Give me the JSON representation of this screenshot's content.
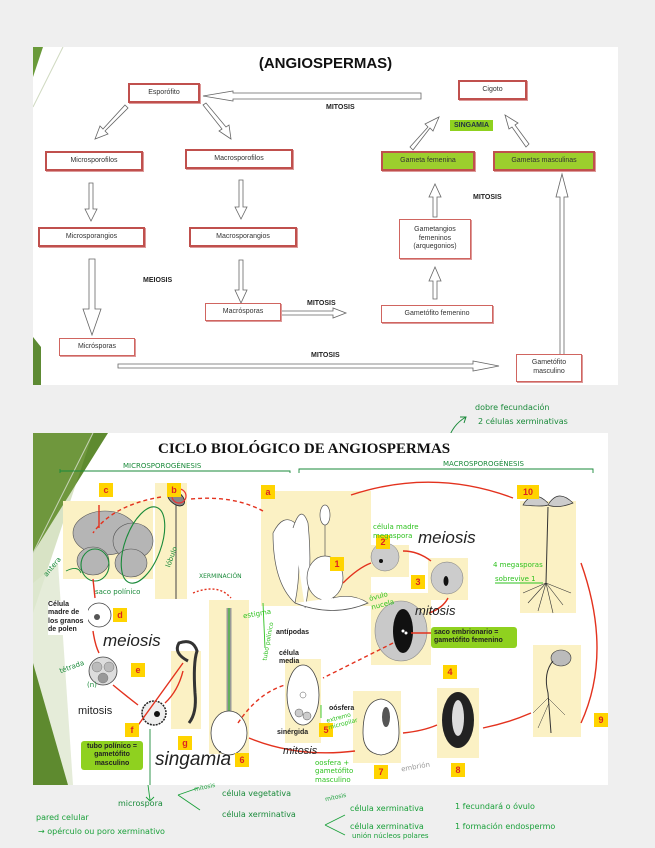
{
  "slide1": {
    "title": "(ANGIOSPERMAS)",
    "boxes": {
      "esporofito": "Esporófito",
      "cigoto": "Cigoto",
      "microsporofilos": "Microsporofilos",
      "macrosporofilos": "Macrosporofilos",
      "gameta_femenina": "Gameta femenina",
      "gametas_masculinas": "Gametas masculinas",
      "microsporangios": "Microsporangios",
      "macrosporangios": "Macrosporangios",
      "gametangios": "Gametangios femeninos (arquegonios)",
      "macrosporas": "Macrósporas",
      "gametofito_femenino": "Gametófito femenino",
      "microsporas": "Micrósporas",
      "gametofito_masculino": "Gametófito masculino"
    },
    "labels": {
      "mitosis_top": "MITOSIS",
      "singamia": "SINGAMIA",
      "mitosis_right": "MITOSIS",
      "meiosis": "MEIOSIS",
      "mitosis_mid": "MITOSIS",
      "mitosis_bottom": "MITOSIS"
    }
  },
  "annotation_top": {
    "line1": "dobre fecundación",
    "line2": "2 células xerminativas"
  },
  "slide2": {
    "title": "CICLO BIOLÓGICO DE ANGIOSPERMAS",
    "microsporogenesis": "MICROSPOROGÉNESIS",
    "macrosporogenesis": "MACROSPOROGÉNESIS",
    "tags": [
      "a",
      "b",
      "c",
      "d",
      "e",
      "f",
      "g",
      "1",
      "2",
      "3",
      "4",
      "5",
      "6",
      "7",
      "8",
      "9",
      "10"
    ],
    "labels": {
      "celula_madre": "Célula madre de los granos de polen",
      "meiosis_left": "meiosis",
      "mitosis_left": "mitosis",
      "tubo_polinico": "tubo polínico = gametófito masculino",
      "singamia": "singamia",
      "antipodas": "antípodas",
      "celula_media": "célula media",
      "oosfera": "oósfera",
      "sinergida": "sinérgida",
      "meiosis_right": "meiosis",
      "mitosis_right": "mitosis",
      "saco_embrionario": "saco embrionario = gametófito femenino",
      "mitosis_bottom": "mitosis"
    },
    "handwritten": {
      "antera": "antera",
      "lobulo": "lóbulo",
      "saco_polinico": "saco polínico",
      "xerminacion": "XERMINACIÓN",
      "tetrada": "tétrada",
      "n": "(n)",
      "estigma": "estigma",
      "tubo_polinico": "tubo polínico",
      "celula_madre_megaspora": "célula madre megaspora",
      "ovulo_nucela": "óvulo nucela",
      "megasporas": "4 megasporas",
      "sobrevive": "sobrevive 1",
      "extremo_micropilar": "extremo micropilar",
      "oosfera_gametofito": "oosfera + gametófito masculino",
      "embrion": "embrión"
    }
  },
  "bottom_notes": {
    "microspora": "microspora",
    "mitosis1": "mitosis",
    "celula_vegetativa": "célula vegetativa",
    "celula_xerminativa": "célula xerminativa",
    "mitosis2": "mitosis",
    "celula_xerminativa_1": "célula xerminativa",
    "fecundara": "1 fecundará o óvulo",
    "celula_xerminativa_2": "célula xerminativa",
    "formacion": "1 formación endospermo",
    "union": "unión núcleos polares",
    "pared_celular": "pared celular",
    "operculo": "→ opérculo ou poro xerminativo"
  }
}
